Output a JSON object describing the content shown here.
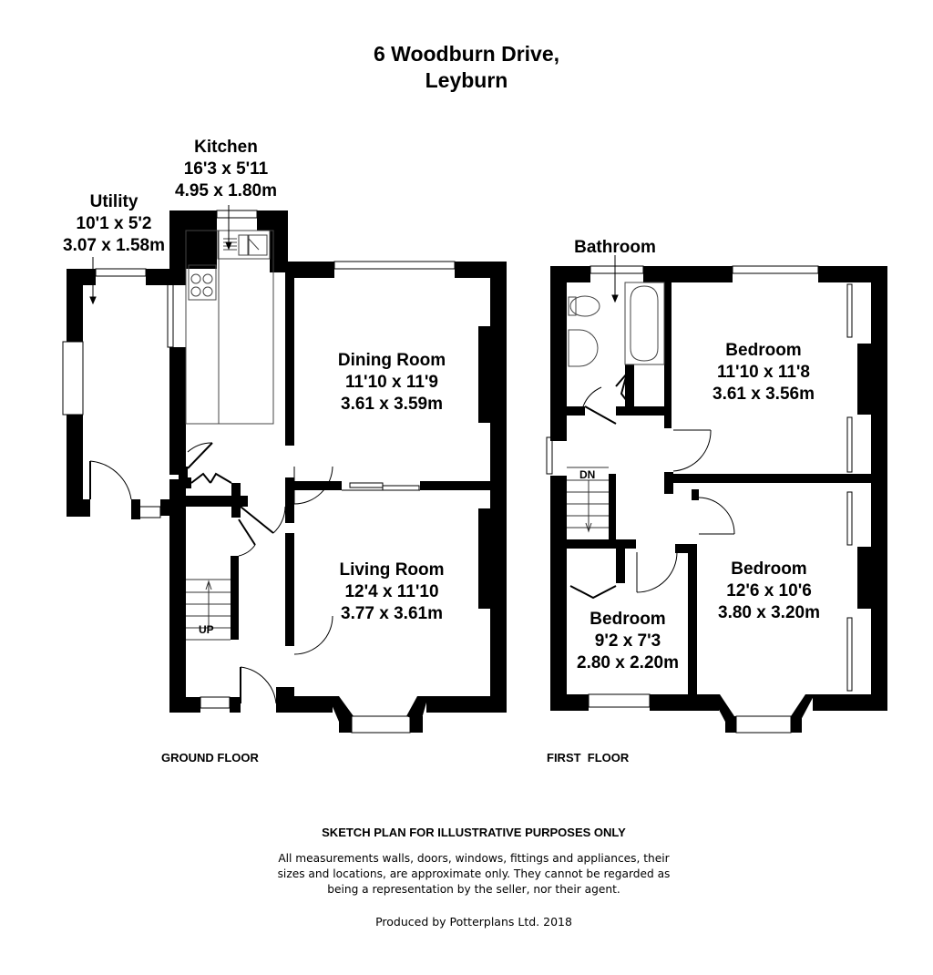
{
  "header": {
    "title_line1": "6 Woodburn Drive,",
    "title_line2": "Leyburn"
  },
  "ground_floor": {
    "label": "GROUND FLOOR",
    "stairs_label": "UP",
    "rooms": [
      {
        "name": "Kitchen",
        "imperial": "16'3 x 5'11",
        "metric": "4.95 x 1.80m"
      },
      {
        "name": "Utility",
        "imperial": "10'1 x 5'2",
        "metric": "3.07 x 1.58m"
      },
      {
        "name": "Dining Room",
        "imperial": "11'10 x 11'9",
        "metric": "3.61 x 3.59m"
      },
      {
        "name": "Living Room",
        "imperial": "12'4 x 11'10",
        "metric": "3.77 x 3.61m"
      }
    ]
  },
  "first_floor": {
    "label": "FIRST  FLOOR",
    "stairs_label": "DN",
    "rooms": [
      {
        "name": "Bathroom",
        "imperial": "",
        "metric": ""
      },
      {
        "name": "Bedroom",
        "imperial": "11'10 x 11'8",
        "metric": "3.61 x 3.56m"
      },
      {
        "name": "Bedroom",
        "imperial": "12'6 x 10'6",
        "metric": "3.80 x 3.20m"
      },
      {
        "name": "Bedroom",
        "imperial": "9'2 x 7'3",
        "metric": "2.80 x 2.20m"
      }
    ]
  },
  "footer": {
    "disclaimer_heading": "SKETCH PLAN FOR ILLUSTRATIVE PURPOSES ONLY",
    "disclaimer_line1": "All measurements walls, doors, windows, fittings and appliances, their",
    "disclaimer_line2": "sizes and locations, are approximate only. They cannot be regarded as",
    "disclaimer_line3": "being a representation by the seller, nor their agent.",
    "producer": "Produced by Potterplans Ltd. 2018"
  },
  "colors": {
    "wall": "#000000",
    "background": "#ffffff",
    "fixture_line": "#555555"
  }
}
